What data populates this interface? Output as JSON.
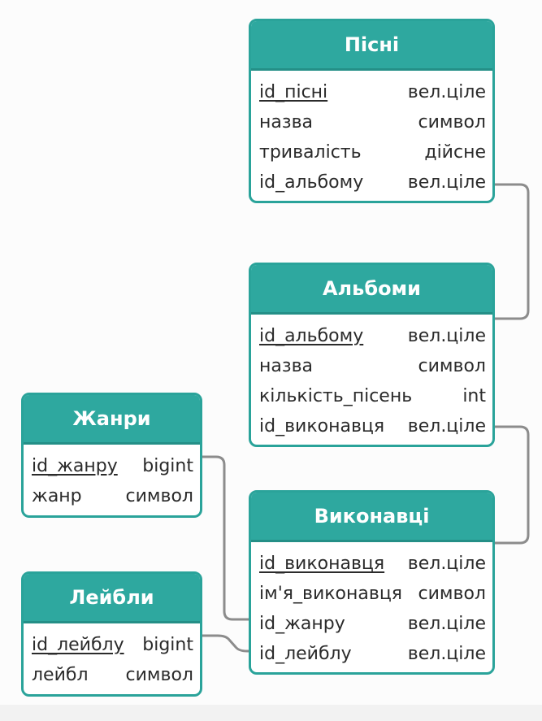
{
  "colors": {
    "header": "#2ea89f",
    "border": "#2aa39a",
    "connector": "#8c8c8c"
  },
  "tables": {
    "songs": {
      "title": "Пісні",
      "rows": [
        {
          "name": "id_пісні",
          "type": "вел.ціле",
          "primary_key": true
        },
        {
          "name": "назва",
          "type": "символ",
          "primary_key": false
        },
        {
          "name": "тривалість",
          "type": "дійсне",
          "primary_key": false
        },
        {
          "name": "id_альбому",
          "type": "вел.ціле",
          "primary_key": false
        }
      ]
    },
    "albums": {
      "title": "Альбоми",
      "rows": [
        {
          "name": "id_альбому",
          "type": "вел.ціле",
          "primary_key": true
        },
        {
          "name": "назва",
          "type": "символ",
          "primary_key": false
        },
        {
          "name": "кількість_пісень",
          "type": "int",
          "primary_key": false
        },
        {
          "name": "id_виконавця",
          "type": "вел.ціле",
          "primary_key": false
        }
      ]
    },
    "genres": {
      "title": "Жанри",
      "rows": [
        {
          "name": "id_жанру",
          "type": "bigint",
          "primary_key": true
        },
        {
          "name": "жанр",
          "type": "символ",
          "primary_key": false
        }
      ]
    },
    "artists": {
      "title": "Виконавці",
      "rows": [
        {
          "name": "id_виконавця",
          "type": "вел.ціле",
          "primary_key": true
        },
        {
          "name": "ім'я_виконавця",
          "type": "символ",
          "primary_key": false
        },
        {
          "name": "id_жанру",
          "type": "вел.ціле",
          "primary_key": false
        },
        {
          "name": "id_лейблу",
          "type": "вел.ціле",
          "primary_key": false
        }
      ]
    },
    "labels": {
      "title": "Лейбли",
      "rows": [
        {
          "name": "id_лейблу",
          "type": "bigint",
          "primary_key": true
        },
        {
          "name": "лейбл",
          "type": "символ",
          "primary_key": false
        }
      ]
    }
  },
  "relationships": [
    {
      "from": "songs.id_альбому",
      "to": "albums.id_альбому"
    },
    {
      "from": "albums.id_виконавця",
      "to": "artists.id_виконавця"
    },
    {
      "from": "artists.id_жанру",
      "to": "genres.id_жанру"
    },
    {
      "from": "artists.id_лейблу",
      "to": "labels.id_лейблу"
    }
  ]
}
